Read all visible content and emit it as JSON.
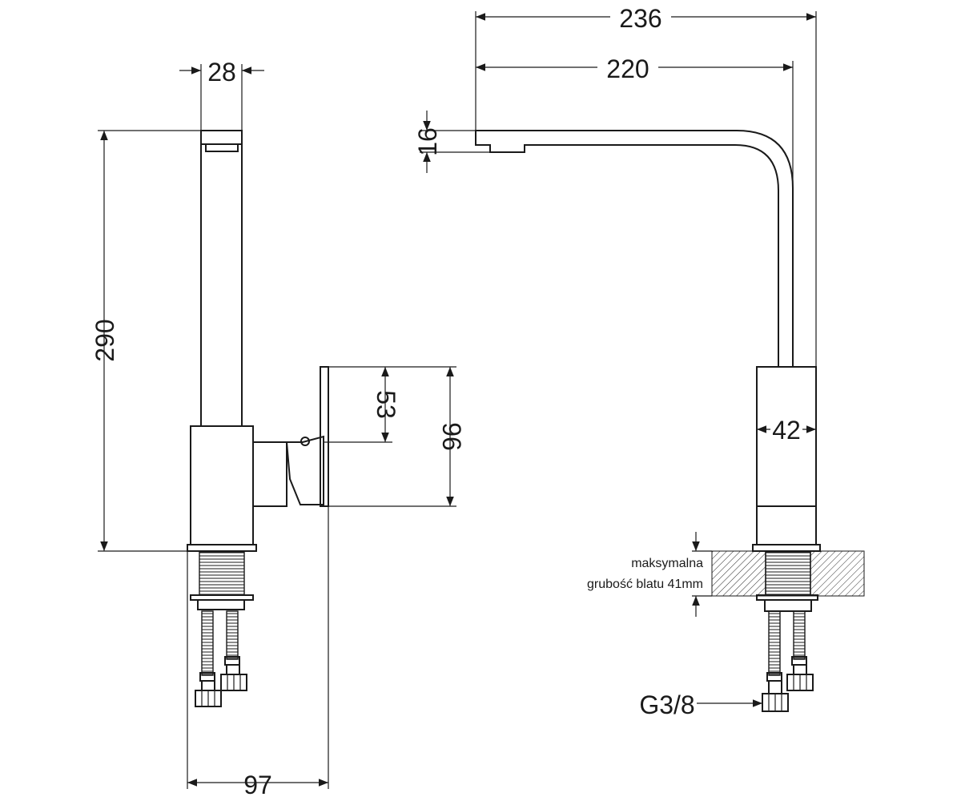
{
  "dimensions": {
    "left_top_width": "28",
    "left_height": "290",
    "handle_upper": "53",
    "handle_total": "96",
    "left_depth": "97",
    "spout_reach_total": "236",
    "spout_reach_inner": "220",
    "spout_thickness": "16",
    "body_width": "42"
  },
  "labels": {
    "countertop_line1": "maksymalna",
    "countertop_line2": "grubość blatu 41mm",
    "connection": "G3/8"
  },
  "colors": {
    "line": "#1a1a1a",
    "background": "#ffffff"
  }
}
